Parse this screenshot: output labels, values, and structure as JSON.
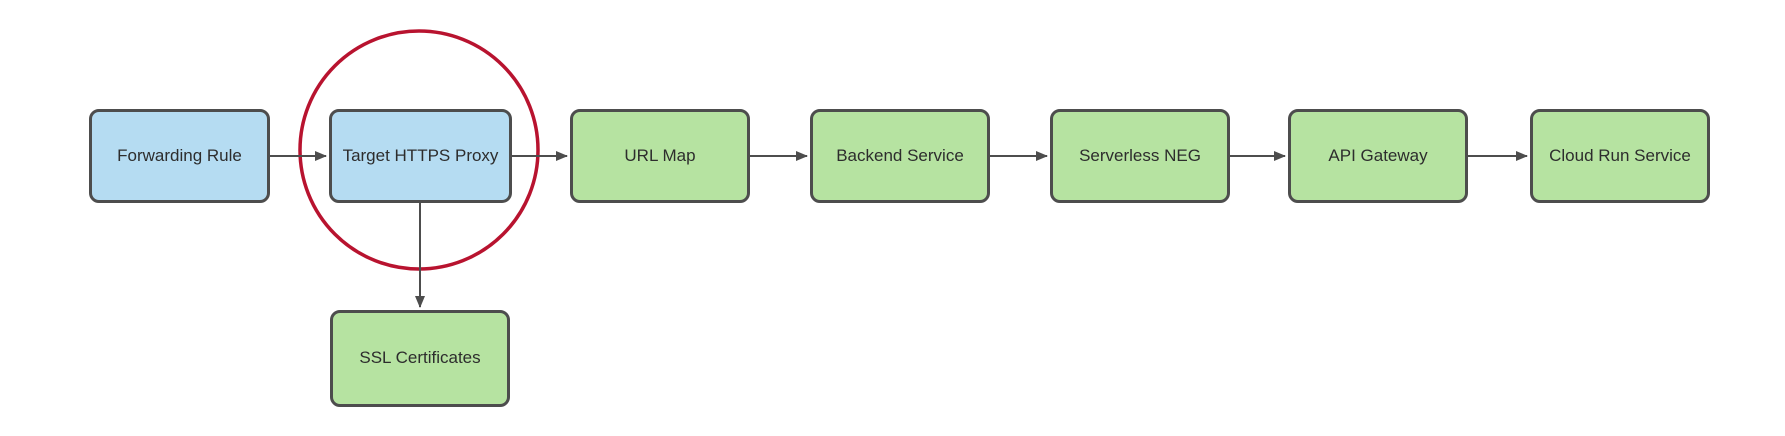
{
  "diagram": {
    "type": "flowchart",
    "nodes": [
      {
        "id": "forwarding-rule",
        "label": "Forwarding Rule",
        "fill": "blue"
      },
      {
        "id": "target-https-proxy",
        "label": "Target HTTPS Proxy",
        "fill": "blue",
        "highlighted": true
      },
      {
        "id": "url-map",
        "label": "URL Map",
        "fill": "green"
      },
      {
        "id": "backend-service",
        "label": "Backend Service",
        "fill": "green"
      },
      {
        "id": "serverless-neg",
        "label": "Serverless NEG",
        "fill": "green"
      },
      {
        "id": "api-gateway",
        "label": "API Gateway",
        "fill": "green"
      },
      {
        "id": "cloud-run-service",
        "label": "Cloud Run Service",
        "fill": "green"
      },
      {
        "id": "ssl-certificates",
        "label": "SSL Certificates",
        "fill": "green"
      }
    ],
    "edges": [
      {
        "from": "forwarding-rule",
        "to": "target-https-proxy",
        "direction": "right"
      },
      {
        "from": "target-https-proxy",
        "to": "url-map",
        "direction": "right"
      },
      {
        "from": "url-map",
        "to": "backend-service",
        "direction": "right"
      },
      {
        "from": "backend-service",
        "to": "serverless-neg",
        "direction": "right"
      },
      {
        "from": "serverless-neg",
        "to": "api-gateway",
        "direction": "right"
      },
      {
        "from": "api-gateway",
        "to": "cloud-run-service",
        "direction": "right"
      },
      {
        "from": "target-https-proxy",
        "to": "ssl-certificates",
        "direction": "down"
      }
    ],
    "annotation": {
      "shape": "circle",
      "around_node": "target-https-proxy",
      "color": "#b8132f"
    },
    "colors": {
      "node_blue_fill": "#b5dcf2",
      "node_green_fill": "#b6e3a1",
      "node_border": "#4d4d4d",
      "arrow": "#4d4d4d",
      "text": "#2d2d2d",
      "highlight_red": "#b8132f",
      "background": "#ffffff"
    }
  }
}
